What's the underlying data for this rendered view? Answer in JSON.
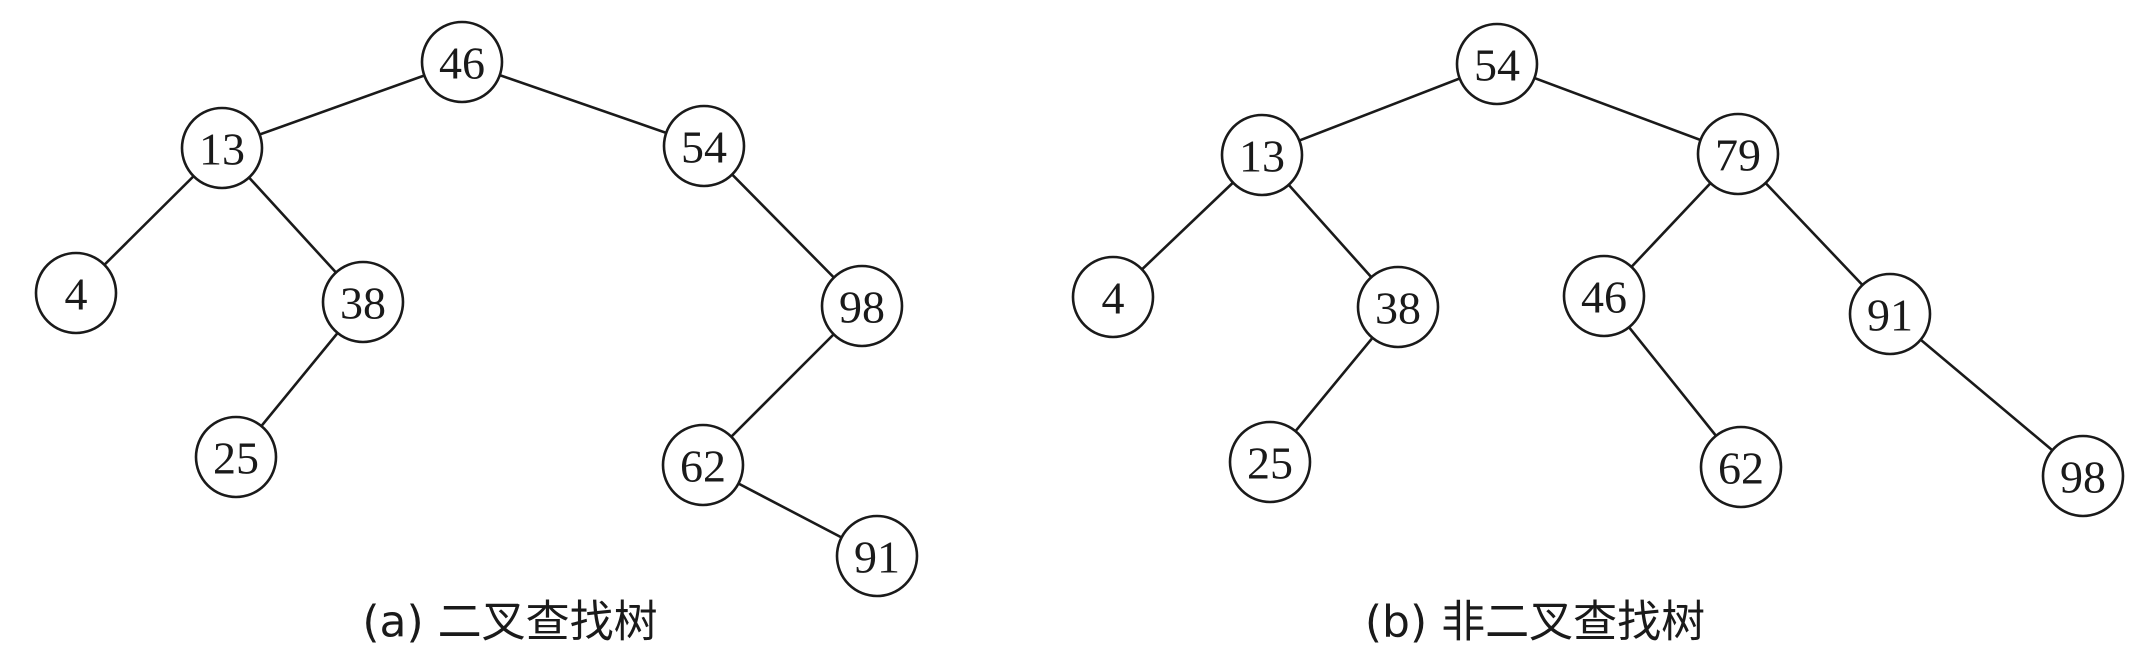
{
  "trees": [
    {
      "caption": "(a) 二叉查找树",
      "nodes": [
        {
          "id": "a46",
          "label": "46"
        },
        {
          "id": "a13",
          "label": "13"
        },
        {
          "id": "a54",
          "label": "54"
        },
        {
          "id": "a4",
          "label": "4"
        },
        {
          "id": "a38",
          "label": "38"
        },
        {
          "id": "a98",
          "label": "98"
        },
        {
          "id": "a25",
          "label": "25"
        },
        {
          "id": "a62",
          "label": "62"
        },
        {
          "id": "a91",
          "label": "91"
        }
      ],
      "edges": [
        [
          "a46",
          "a13"
        ],
        [
          "a46",
          "a54"
        ],
        [
          "a13",
          "a4"
        ],
        [
          "a13",
          "a38"
        ],
        [
          "a38",
          "a25"
        ],
        [
          "a54",
          "a98"
        ],
        [
          "a98",
          "a62"
        ],
        [
          "a62",
          "a91"
        ]
      ]
    },
    {
      "caption": "(b) 非二叉查找树",
      "nodes": [
        {
          "id": "b54",
          "label": "54"
        },
        {
          "id": "b13",
          "label": "13"
        },
        {
          "id": "b79",
          "label": "79"
        },
        {
          "id": "b4",
          "label": "4"
        },
        {
          "id": "b38",
          "label": "38"
        },
        {
          "id": "b46",
          "label": "46"
        },
        {
          "id": "b91",
          "label": "91"
        },
        {
          "id": "b25",
          "label": "25"
        },
        {
          "id": "b62",
          "label": "62"
        },
        {
          "id": "b98",
          "label": "98"
        }
      ],
      "edges": [
        [
          "b54",
          "b13"
        ],
        [
          "b54",
          "b79"
        ],
        [
          "b13",
          "b4"
        ],
        [
          "b13",
          "b38"
        ],
        [
          "b38",
          "b25"
        ],
        [
          "b79",
          "b46"
        ],
        [
          "b79",
          "b91"
        ],
        [
          "b46",
          "b62"
        ],
        [
          "b91",
          "b98"
        ]
      ]
    }
  ],
  "colors": {
    "stroke": "#1a1a1a",
    "background": "#ffffff"
  }
}
